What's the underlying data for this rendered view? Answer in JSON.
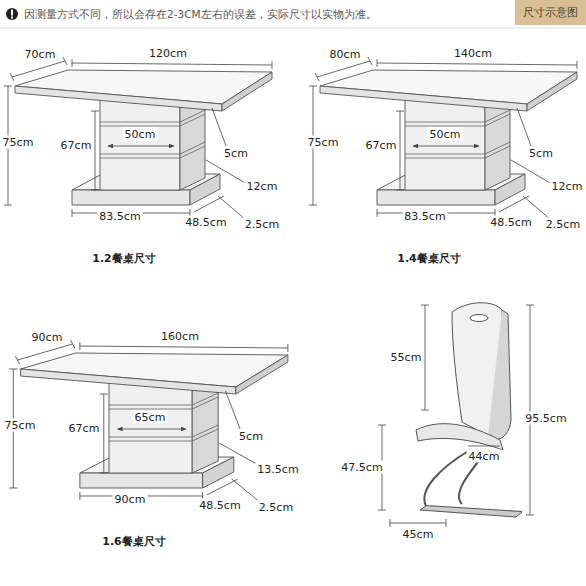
{
  "diagram": {
    "nodes": [
      {
        "text": [
          "尺寸示意图"
        ]
      }
    ],
    "edges": [],
    "labels": [
      "因测量方式不同，所以会存在2-3CM左右的误差，实际尺寸以实物为准。",
      "70cm",
      "120cm",
      "75cm",
      "67cm",
      "50cm",
      "5cm",
      "12cm",
      "83.5cm",
      "48.5cm",
      "2.5cm",
      "1.2餐桌尺寸",
      "80cm",
      "140cm",
      "75cm",
      "67cm",
      "50cm",
      "5cm",
      "12cm",
      "83.5cm",
      "48.5cm",
      "2.5cm",
      "1.4餐桌尺寸",
      "90cm",
      "160cm",
      "75cm",
      "67cm",
      "65cm",
      "5cm",
      "13.5cm",
      "90cm",
      "48.5cm",
      "2.5cm",
      "1.6餐桌尺寸",
      "55cm",
      "95.5cm",
      "47.5cm",
      "44cm",
      "45cm"
    ]
  }
}
